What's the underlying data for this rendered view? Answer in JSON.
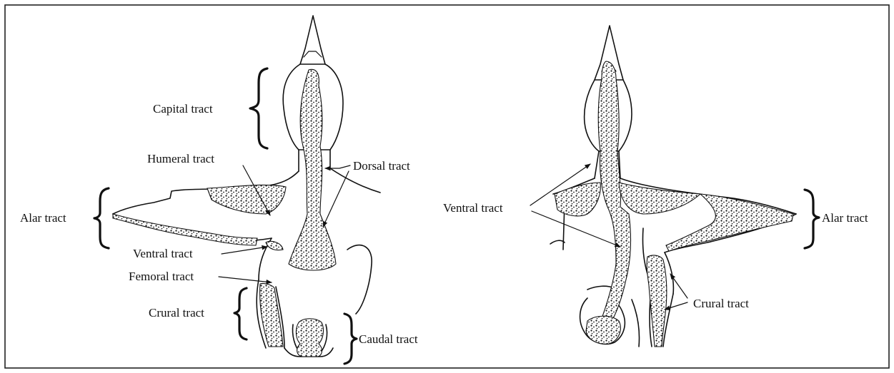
{
  "diagram": {
    "dorsal_view": {
      "labels": {
        "capital": "Capital tract",
        "humeral": "Humeral tract",
        "dorsal": "Dorsal tract",
        "alar": "Alar tract",
        "ventral": "Ventral tract",
        "femoral": "Femoral tract",
        "crural": "Crural tract",
        "caudal": "Caudal tract"
      }
    },
    "ventral_view": {
      "labels": {
        "ventral": "Ventral tract",
        "alar": "Alar tract",
        "crural": "Crural tract"
      }
    }
  }
}
